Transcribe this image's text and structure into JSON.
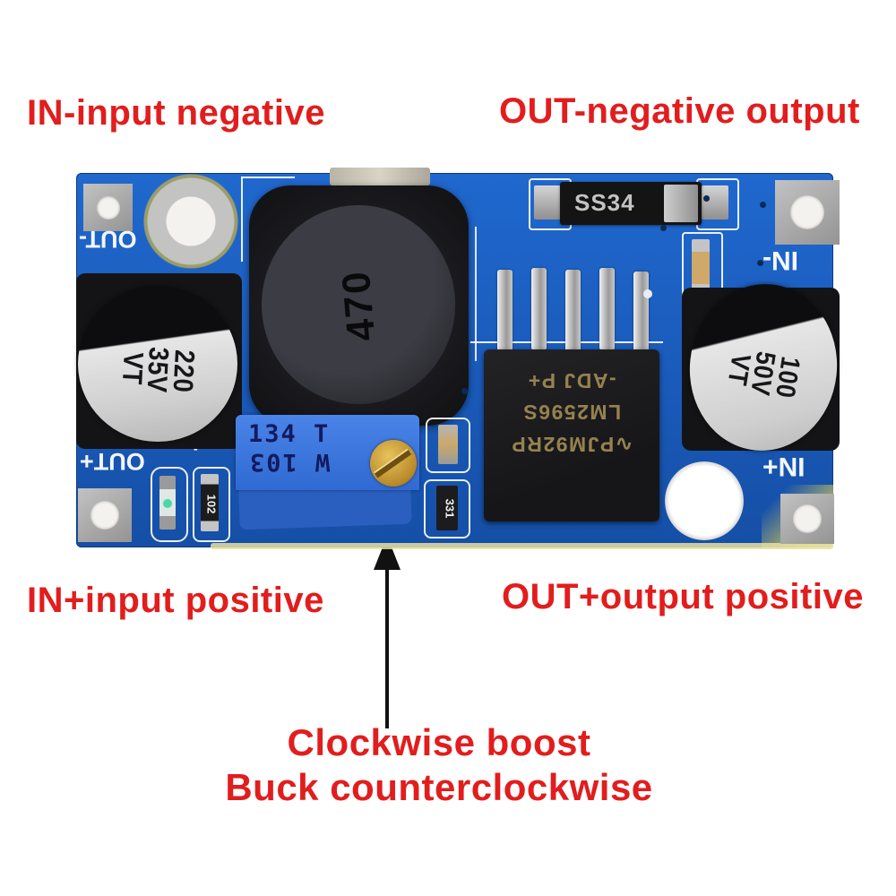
{
  "annotations": {
    "color": "#e21d1d",
    "top_left": "IN-input negative",
    "top_right": "OUT-negative output",
    "bottom_left": "IN+input positive",
    "bottom_right": "OUT+output positive",
    "pointer_line1": "Clockwise boost",
    "pointer_line2": "Buck counterclockwise"
  },
  "board": {
    "pcb_color": "#1a5ec2",
    "silkscreen": {
      "out_minus": "OUT-",
      "out_plus": "OUT+",
      "in_minus": "IN-",
      "in_plus": "IN+",
      "plus_mark": "+"
    },
    "components": {
      "inductor_marking": "470",
      "diode_marking": "SS34",
      "left_capacitor_lines": [
        "220",
        "35V",
        "VT"
      ],
      "right_capacitor_lines": [
        "100",
        "50V",
        "VT"
      ],
      "ic_lines": [
        "∿PJM92RP",
        "LM2596S",
        "-ADJ P+"
      ],
      "potentiometer_line_top": "134 T",
      "potentiometer_line_bottom": "W 103",
      "resistor_marking": "102",
      "small_resistor_marking": "331"
    }
  }
}
